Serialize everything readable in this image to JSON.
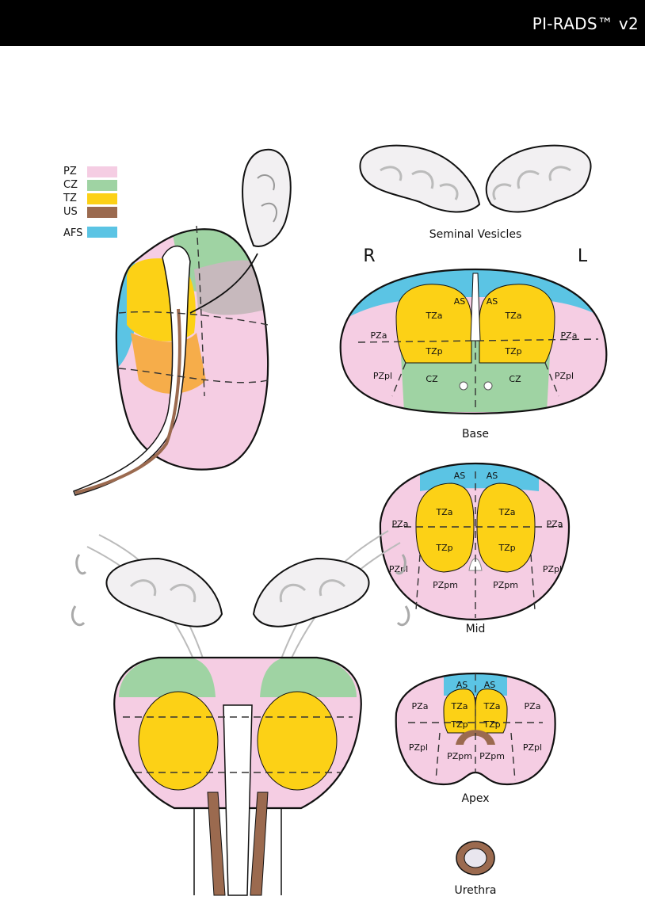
{
  "header": {
    "title": "PI-RADS™ v2"
  },
  "legend": [
    {
      "label": "PZ",
      "color": "#f5cde3"
    },
    {
      "label": "CZ",
      "color": "#9fd3a3"
    },
    {
      "label": "TZ",
      "color": "#fcd116"
    },
    {
      "label": "US",
      "color": "#9b6a4f"
    },
    {
      "label": "AFS",
      "color": "#5bc4e4"
    }
  ],
  "orientation": {
    "right": "R",
    "left": "L"
  },
  "captions": {
    "seminal_vesicles": "Seminal Vesicles",
    "base": "Base",
    "mid": "Mid",
    "apex": "Apex",
    "urethra": "Urethra"
  },
  "base_labels": {
    "as_r": "AS",
    "as_l": "AS",
    "tza_r": "TZa",
    "tza_l": "TZa",
    "tzp_r": "TZp",
    "tzp_l": "TZp",
    "pza_r": "PZa",
    "pza_l": "PZa",
    "pzpl_r": "PZpl",
    "pzpl_l": "PZpl",
    "cz_r": "CZ",
    "cz_l": "CZ"
  },
  "mid_labels": {
    "as_r": "AS",
    "as_l": "AS",
    "tza_r": "TZa",
    "tza_l": "TZa",
    "tzp_r": "TZp",
    "tzp_l": "TZp",
    "pza_r": "PZa",
    "pza_l": "PZa",
    "pzpl_r": "PZpl",
    "pzpl_l": "PZpl",
    "pzpm_r": "PZpm",
    "pzpm_l": "PZpm"
  },
  "apex_labels": {
    "as_r": "AS",
    "as_l": "AS",
    "tza_r": "TZa",
    "tza_l": "TZa",
    "tzp_r": "TZp",
    "tzp_l": "TZp",
    "pza_r": "PZa",
    "pza_l": "PZa",
    "pzpl_r": "PZpl",
    "pzpl_l": "PZpl",
    "pzpm_r": "PZpm",
    "pzpm_l": "PZpm"
  }
}
